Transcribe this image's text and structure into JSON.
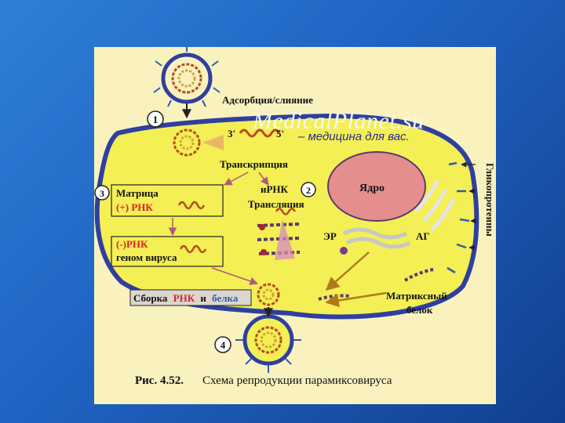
{
  "watermark": {
    "site": "MedicalPlanet.su",
    "tagline": "– медицина для вас."
  },
  "figure": {
    "caption_prefix": "Рис. 4.52.",
    "caption_text": "Схема репродукции парамиксовируса",
    "steps": {
      "s1": "1",
      "s2": "2",
      "s3": "3",
      "s4": "4"
    },
    "labels": {
      "adsorption": "Адсорбция/слияние",
      "end_3": "3'",
      "end_5": "5'",
      "transcription": "Транскрипция",
      "mrna": "иРНК",
      "translation": "Трансляция",
      "matrix_line1": "Матрица",
      "matrix_line2": "(+) РНК",
      "genome_line1": "(-)РНК",
      "genome_line2": "геном вируса",
      "nucleus": "Ядро",
      "er": "ЭР",
      "ag": "АГ",
      "glycoproteins": "Гликопротеины",
      "matrix_protein_line1": "Матриксный",
      "matrix_protein_line2": "белок",
      "assembly_prefix": "Сборка",
      "assembly_rna": "РНК",
      "assembly_and": "и",
      "assembly_protein": "белка"
    }
  },
  "colors": {
    "page_bg": "#f9f2bf",
    "cell_fill": "#f3ef55",
    "cell_border": "#2f3fa0",
    "nucleus": "#e58e8e",
    "rna_coil": "#b84a1e",
    "accent_red": "#d9232b",
    "accent_blue": "#2b5fb0"
  }
}
